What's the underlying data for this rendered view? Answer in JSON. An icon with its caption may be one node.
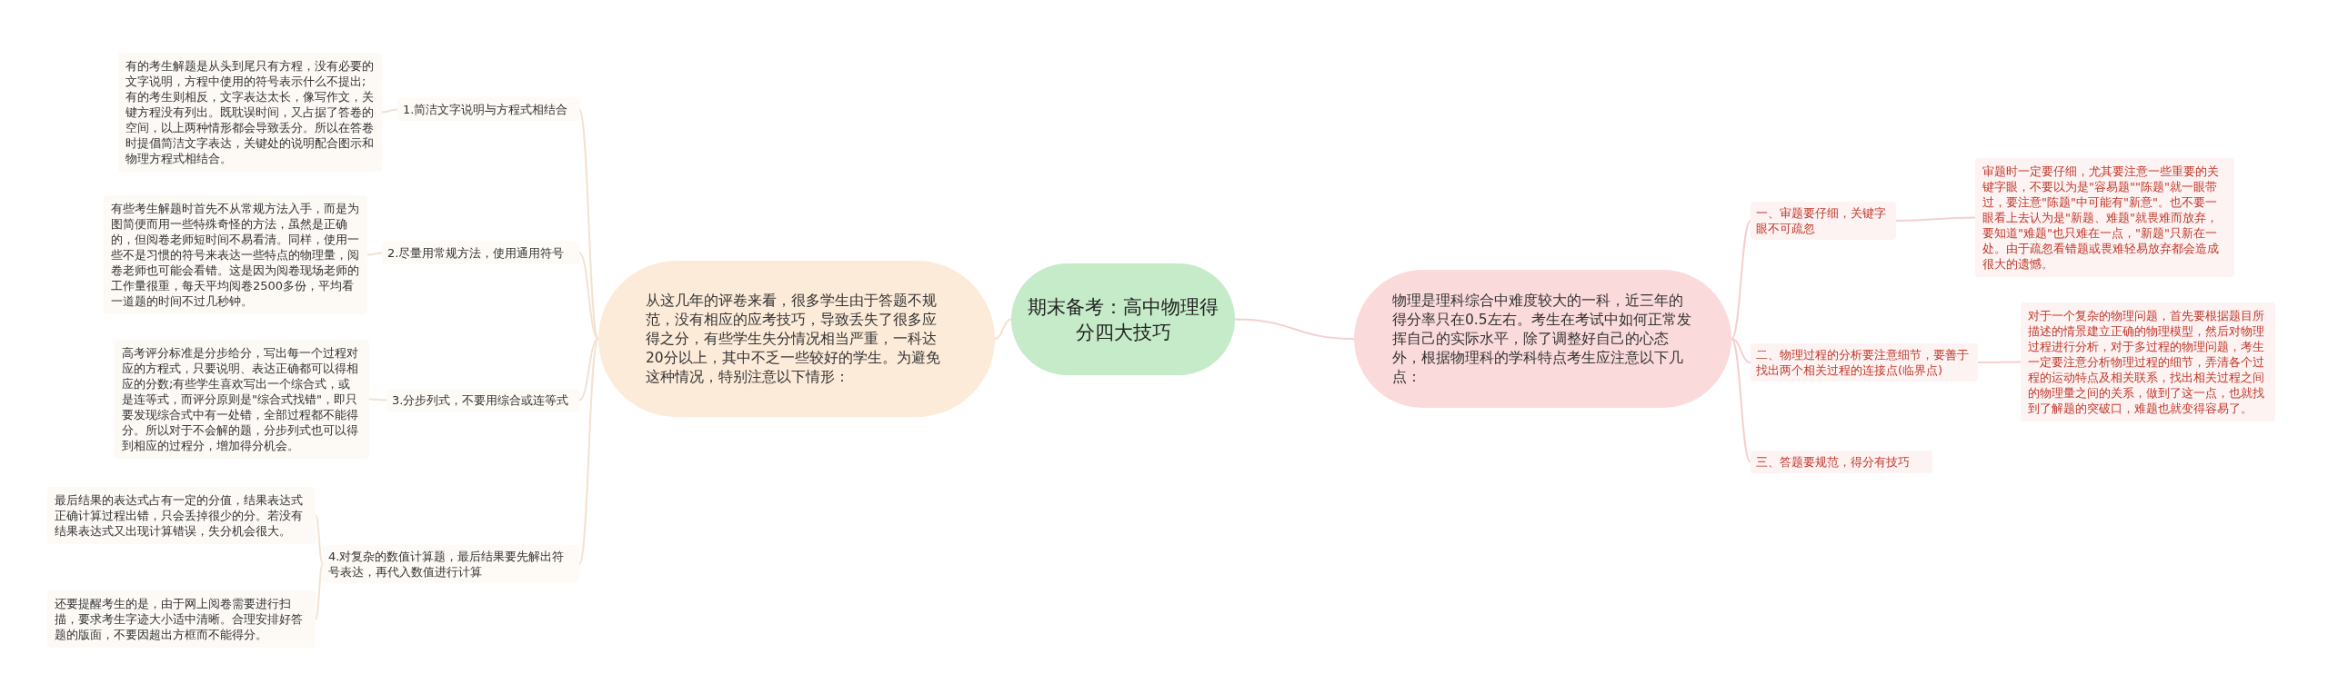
{
  "diagram": {
    "nodes": [
      {
        "text": [
          "期末备考：高中物理得分四大技巧"
        ]
      },
      {
        "text": [
          "从这几年的评卷来看，很多学生由于答题不规范，没有相应的应考技巧，导致丢失了很多应得之分，有些学生失分情况相当严重，一科达20分以上，其中不乏一些较好的学生。为避免这种情况，特别注意以下情形："
        ]
      },
      {
        "text": [
          "物理是理科综合中难度较大的一科，近三年的得分率只在0.5左右。考生在考试中如何正常发挥自己的实际水平，除了调整好自己的心态外，根据物理科的学科特点考生应注意以下几点："
        ]
      },
      {
        "text": [
          "1.简洁文字说明与方程式相结合"
        ]
      },
      {
        "text": [
          "有的考生解题是从头到尾只有方程，没有必要的文字说明，方程中使用的符号表示什么不提出;有的考生则相反，文字表达太长，像写作文，关键方程没有列出。既耽误时间，又占据了答卷的空间，以上两种情形都会导致丢分。所以在答卷时提倡简洁文字表达，关键处的说明配合图示和物理方程式相结合。"
        ]
      },
      {
        "text": [
          "2.尽量用常规方法，使用通用符号"
        ]
      },
      {
        "text": [
          "有些考生解题时首先不从常规方法入手，而是为图简便而用一些特殊奇怪的方法，虽然是正确的，但阅卷老师短时间不易看清。同样，使用一些不是习惯的符号来表达一些特点的物理量，阅卷老师也可能会看错。这是因为阅卷现场老师的工作量很重，每天平均阅卷2500多份，平均看一道题的时间不过几秒钟。"
        ]
      },
      {
        "text": [
          "3.分步列式，不要用综合或连等式"
        ]
      },
      {
        "text": [
          "高考评分标准是分步给分，写出每一个过程对应的方程式，只要说明、表达正确都可以得相应的分数;有些学生喜欢写出一个综合式，或是连等式，而评分原则是\"综合式找错\"，即只要发现综合式中有一处错，全部过程都不能得分。所以对于不会解的题，分步列式也可以得到相应的过程分，增加得分机会。"
        ]
      },
      {
        "text": [
          "4.对复杂的数值计算题，最后结果要先解出符号表达，再代入数值进行计算"
        ]
      },
      {
        "text": [
          "最后结果的表达式占有一定的分值，结果表达式正确计算过程出错，只会丢掉很少的分。若没有结果表达式又出现计算错误，失分机会很大。"
        ]
      },
      {
        "text": [
          "还要提醒考生的是，由于网上阅卷需要进行扫描，要求考生字迹大小适中清晰。合理安排好答题的版面，不要因超出方框而不能得分。"
        ]
      },
      {
        "text": [
          "一、审题要仔细，关键字眼不可疏忽"
        ]
      },
      {
        "text": [
          "审题时一定要仔细，尤其要注意一些重要的关键字眼，不要以为是\"容易题\"\"陈题\"就一眼带过，要注意\"陈题\"中可能有\"新意\"。也不要一眼看上去认为是\"新题、难题\"就畏难而放弃，要知道\"难题\"也只难在一点，\"新题\"只新在一处。由于疏忽看错题或畏难轻易放弃都会造成很大的遗憾。"
        ]
      },
      {
        "text": [
          "二、物理过程的分析要注意细节，要善于找出两个相关过程的连接点(临界点)"
        ]
      },
      {
        "text": [
          "对于一个复杂的物理问题，首先要根据题目所描述的情景建立正确的物理模型，然后对物理过程进行分析，对于多过程的物理问题，考生一定要注意分析物理过程的细节，弄清各个过程的运动特点及相关联系，找出相关过程之间的物理量之间的关系，做到了这一点，也就找到了解题的突破口，难题也就变得容易了。"
        ]
      },
      {
        "text": [
          "三、答题要规范，得分有技巧"
        ]
      }
    ],
    "edges": [
      {
        "from": 0,
        "to": 1,
        "arrow": "none"
      },
      {
        "from": 0,
        "to": 2,
        "arrow": "none",
        "color": "#f5cfcf"
      },
      {
        "from": 1,
        "to": 3,
        "arrow": "none"
      },
      {
        "from": 3,
        "to": 4,
        "arrow": "none"
      },
      {
        "from": 1,
        "to": 5,
        "arrow": "none"
      },
      {
        "from": 5,
        "to": 6,
        "arrow": "none"
      },
      {
        "from": 1,
        "to": 7,
        "arrow": "none"
      },
      {
        "from": 7,
        "to": 8,
        "arrow": "none"
      },
      {
        "from": 1,
        "to": 9,
        "arrow": "none"
      },
      {
        "from": 9,
        "to": 10,
        "arrow": "none"
      },
      {
        "from": 9,
        "to": 11,
        "arrow": "none"
      },
      {
        "from": 2,
        "to": 12,
        "arrow": "none",
        "color": "#f5cfcf"
      },
      {
        "from": 12,
        "to": 13,
        "arrow": "none",
        "color": "#f5cfcf"
      },
      {
        "from": 2,
        "to": 14,
        "arrow": "none",
        "color": "#f5cfcf"
      },
      {
        "from": 14,
        "to": 15,
        "arrow": "none",
        "color": "#f5cfcf"
      },
      {
        "from": 2,
        "to": 16,
        "arrow": "none",
        "color": "#f5cfcf"
      }
    ]
  }
}
